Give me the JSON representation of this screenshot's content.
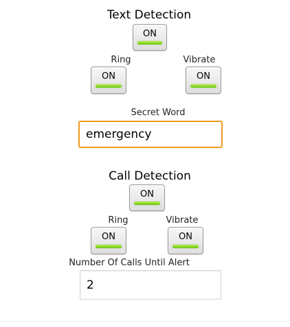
{
  "text_detection": {
    "title": "Text Detection",
    "toggle": "ON",
    "ring_label": "Ring",
    "ring_toggle": "ON",
    "vibrate_label": "Vibrate",
    "vibrate_toggle": "ON",
    "secret_word_label": "Secret Word",
    "secret_word_value": "emergency"
  },
  "call_detection": {
    "title": "Call Detection",
    "toggle": "ON",
    "ring_label": "Ring",
    "ring_toggle": "ON",
    "vibrate_label": "Vibrate",
    "vibrate_toggle": "ON",
    "calls_label": "Number Of Calls Until Alert",
    "calls_value": "2"
  },
  "colors": {
    "toggle_on_indicator": "#7ed321",
    "focus_border": "#f09a1e"
  }
}
